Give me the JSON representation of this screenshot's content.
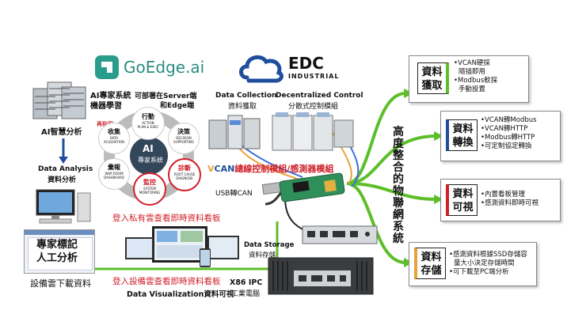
{
  "left": {
    "ai_label_1": "AI專家系統",
    "ai_label_2": "機器學習",
    "ai_analysis": "AI智慧分析",
    "data_analysis_en": "Data Analysis",
    "data_analysis_zh": "資料分析",
    "expert_line1": "專家標記",
    "expert_line2": "人工分析",
    "cloud_download": "設備雲下載資料"
  },
  "goedge": {
    "logo": "GoEdge.ai",
    "deploy_1": "可部署在Server端",
    "deploy_2": "和Edge端",
    "center_en": "AI",
    "center_zh": "專家系統",
    "loop_label": "再利用",
    "segments": [
      {
        "zh": "行動",
        "en1": "ACTION",
        "en2": "PLAN & EXEC"
      },
      {
        "zh": "決策",
        "en1": "DECISION",
        "en2": "SUPPORTING"
      },
      {
        "zh": "診斷",
        "en1": "ROOT CAUSE",
        "en2": "DIAGNOSE"
      },
      {
        "zh": "監控",
        "en1": "SYSTEM",
        "en2": "MONITORING"
      },
      {
        "zh": "彙報",
        "en1": "WAR ROOM",
        "en2": "DASHBOARD"
      },
      {
        "zh": "收集",
        "en1": "DATA",
        "en2": "ACQUISITION"
      }
    ],
    "private_cloud": "登入私有雲查看即時資料看板",
    "device_cloud": "登入設備雲查看即時資料看板",
    "viz_en": "Data Visualization",
    "viz_zh": "資料可視"
  },
  "edc": {
    "logo_1": "EDC",
    "logo_2": "INDUSTRIAL",
    "collection_en": "Data Collection",
    "collection_zh": "資料獲取",
    "control_en": "Decentralized Control",
    "control_zh": "分散式控制模組",
    "vcan_module": "總線控制模組/感測器模組",
    "vcan_prefix_v": "V",
    "vcan_prefix_can": "CAN",
    "usb": "USB轉CAN",
    "storage_en": "Data Storage",
    "storage_zh": "資料存儲",
    "ipc_en": "X86 IPC",
    "ipc_zh": "工業電腦"
  },
  "right": {
    "vertical_title": [
      "高",
      "度",
      "整",
      "合",
      "的",
      "物",
      "聯",
      "網",
      "系",
      "統"
    ],
    "boxes": [
      {
        "title1": "資料",
        "title2": "獲取",
        "items": [
          "•VCAN硬採",
          "隨插即用",
          "•Modbus軟採",
          "手動設置"
        ]
      },
      {
        "title1": "資料",
        "title2": "轉換",
        "items": [
          "•VCAN轉Modbus",
          "•VCAN轉HTTP",
          "•Modbus轉HTTP",
          "•可定制協定轉換"
        ]
      },
      {
        "title1": "資料",
        "title2": "可視",
        "items": [
          "•內置看板管理",
          "•感測資料即時可視"
        ]
      },
      {
        "title1": "資料",
        "title2": "存儲",
        "items": [
          "•感測資料根據SSD存儲容",
          "量大小決定存儲時間",
          "•可下載至PC端分析"
        ]
      }
    ]
  },
  "colors": {
    "green": "#5cbf2a",
    "red": "#d0202a",
    "blue": "#1f4e9c",
    "teal": "#2a9c8c"
  }
}
